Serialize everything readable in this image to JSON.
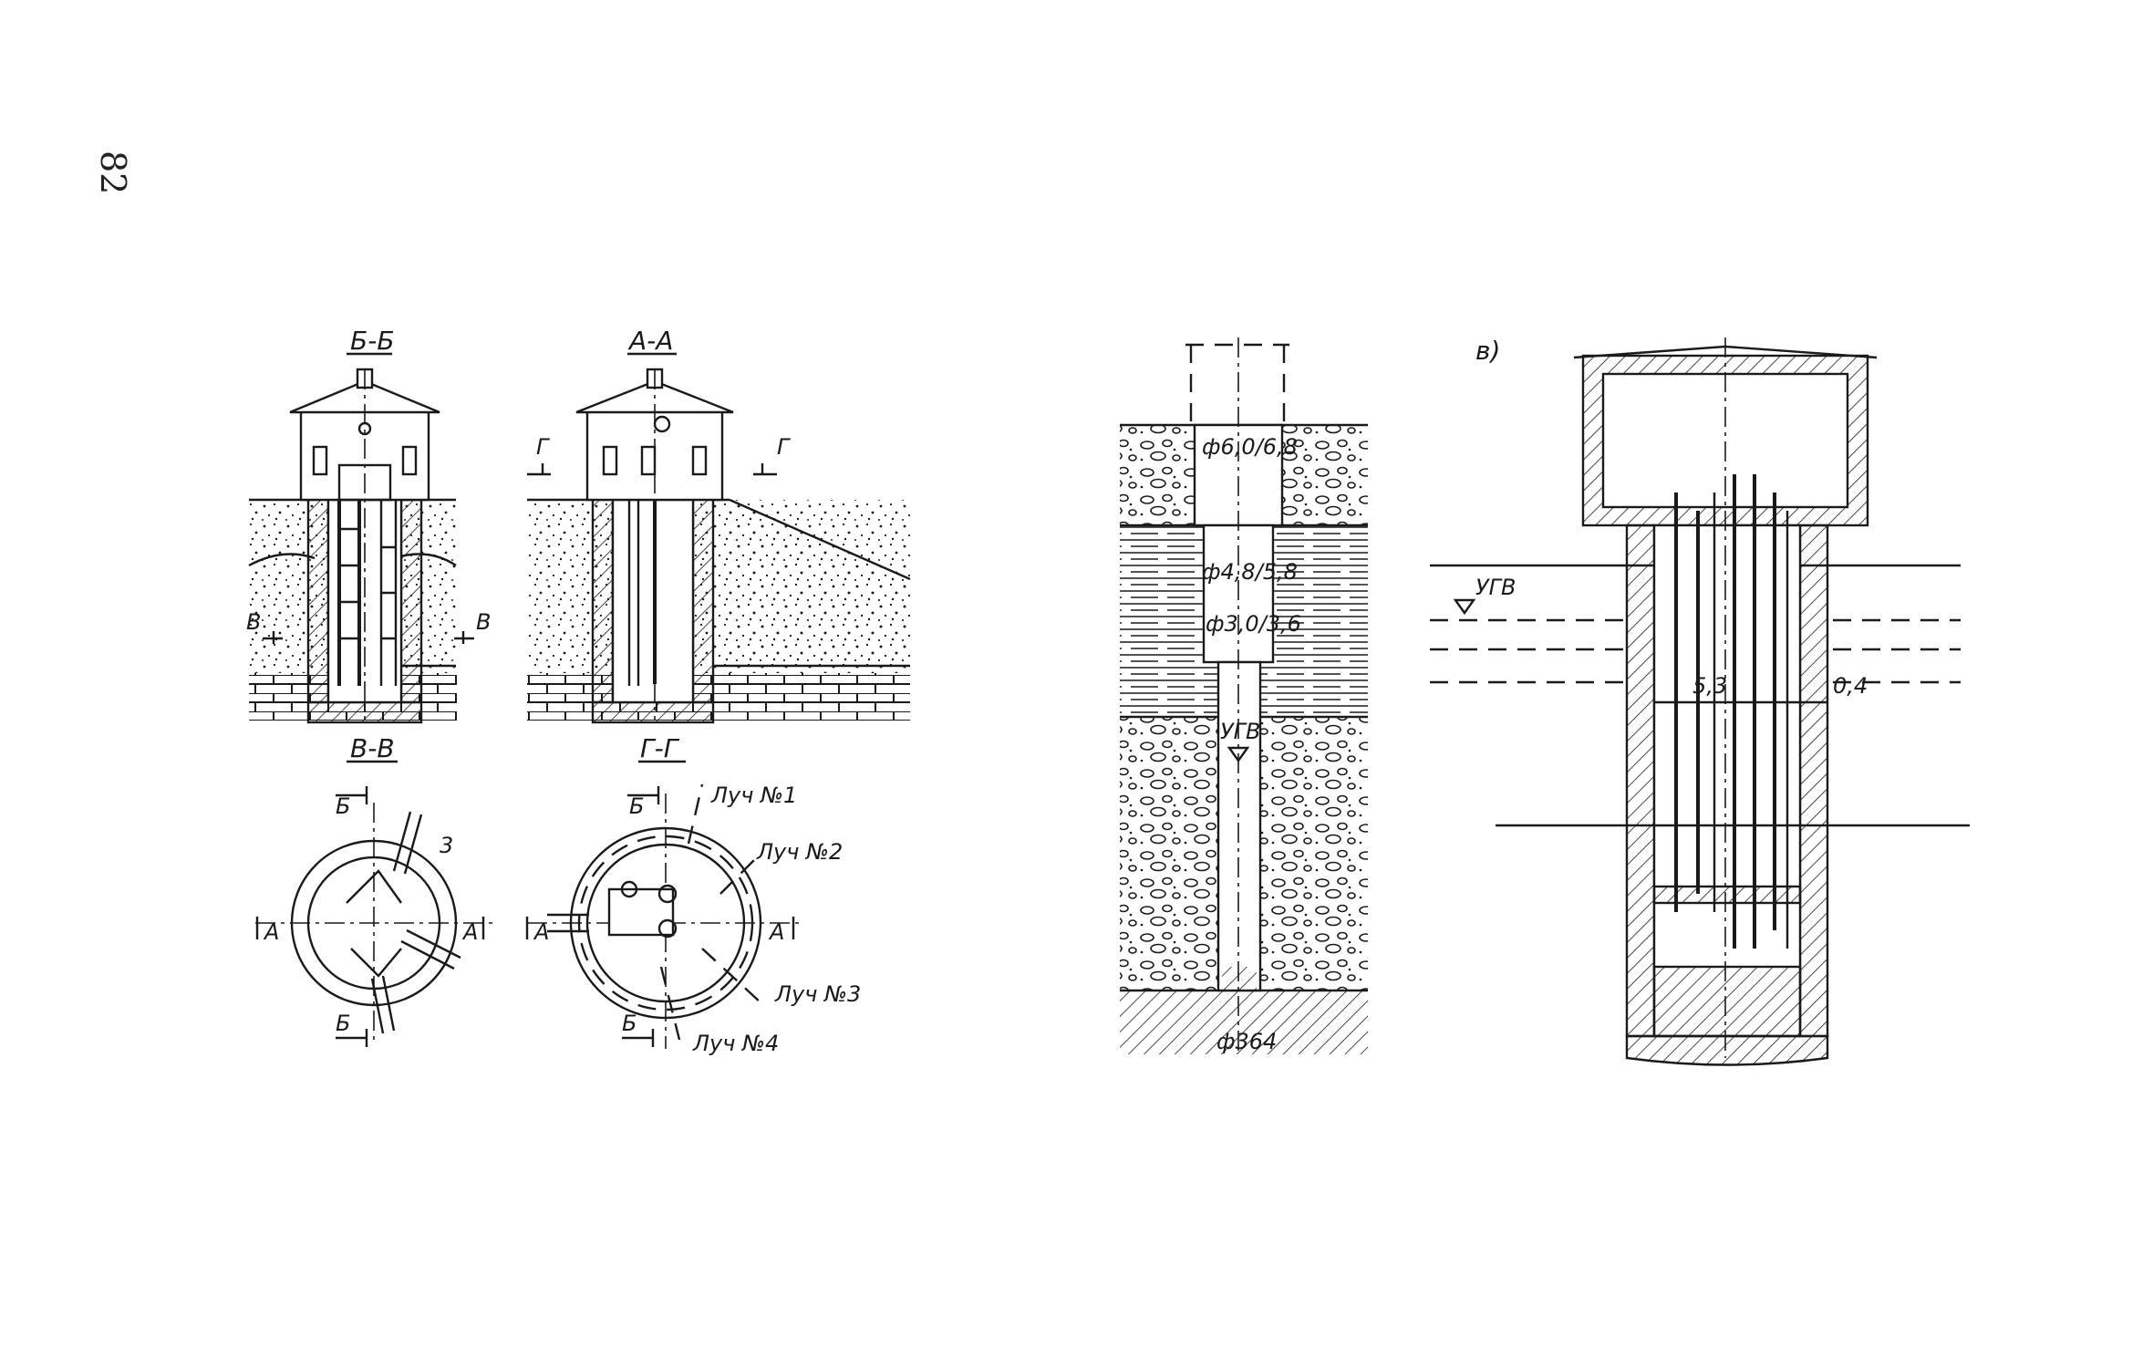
{
  "page": {
    "number": "82"
  },
  "figures": {
    "section_bb": {
      "title": "Б-Б",
      "marker_letter": "В"
    },
    "section_aa": {
      "title": "А-А",
      "marker_letter": "Г"
    },
    "plan_vv": {
      "title": "В-В",
      "marker_top": "Б",
      "marker_bottom": "Б",
      "marker_left": "А",
      "marker_right": "А",
      "callout": "3"
    },
    "plan_gg": {
      "title": "Г-Г",
      "marker_top": "Б",
      "marker_bottom": "Б",
      "marker_left": "А",
      "marker_right": "А",
      "rays": [
        "Луч №1",
        "Луч №2",
        "Луч №3",
        "Луч №4"
      ]
    },
    "well_profile": {
      "diameters": [
        "ф6,0/6,8",
        "ф4,8/5,8",
        "ф3,0/3,6"
      ],
      "water_level": "УГВ",
      "bottom_diameter": "ф364"
    },
    "figure_v": {
      "label": "в)",
      "water_level": "УГВ",
      "dimension_inner": "5,3",
      "dimension_wall": "0,4"
    }
  }
}
